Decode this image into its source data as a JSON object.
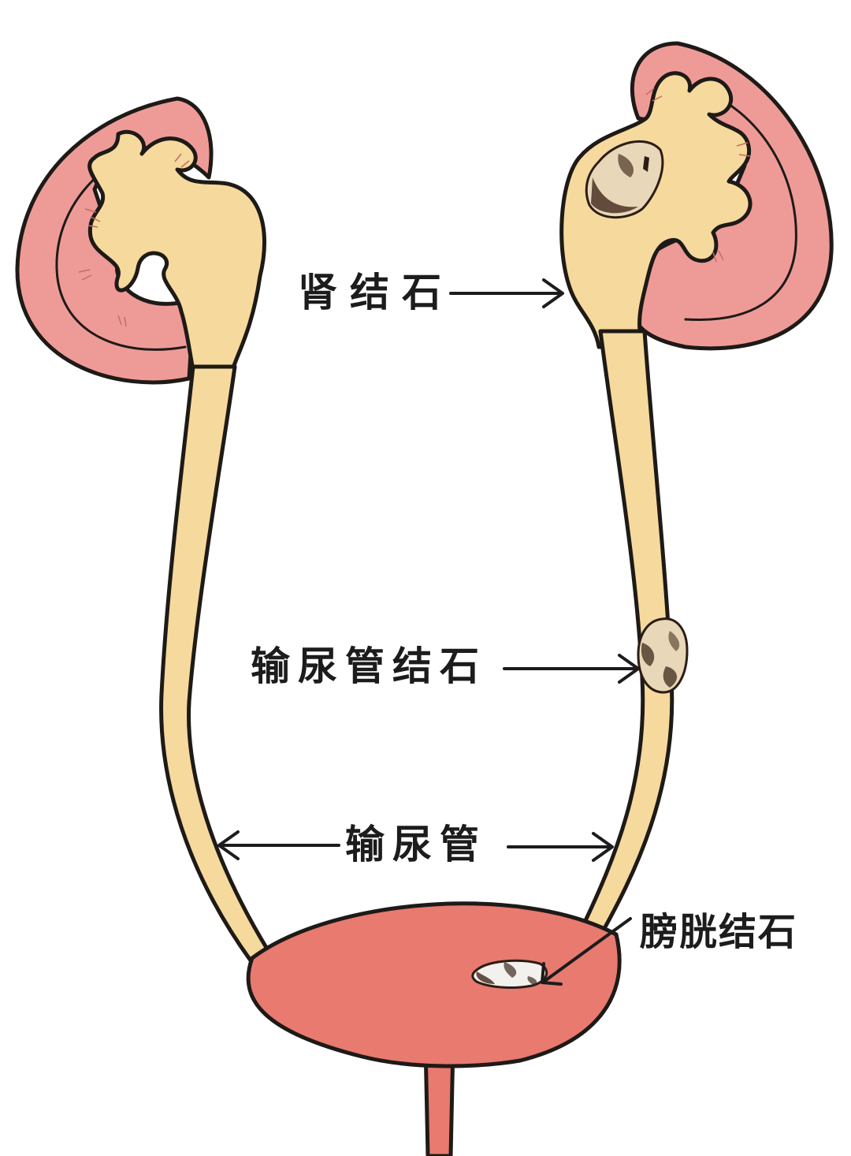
{
  "labels": {
    "kidney_stone": "肾结石",
    "ureter_stone": "输尿管结石",
    "ureter": "输尿管",
    "bladder_stone": "膀胱结石"
  },
  "colors": {
    "kidney": "#ee9b97",
    "urine_tract": "#f6d99c",
    "bladder": "#e87a70",
    "outline": "#1e1a17",
    "stone_dark": "#4a3324",
    "stone_light": "#e8d7b8"
  }
}
